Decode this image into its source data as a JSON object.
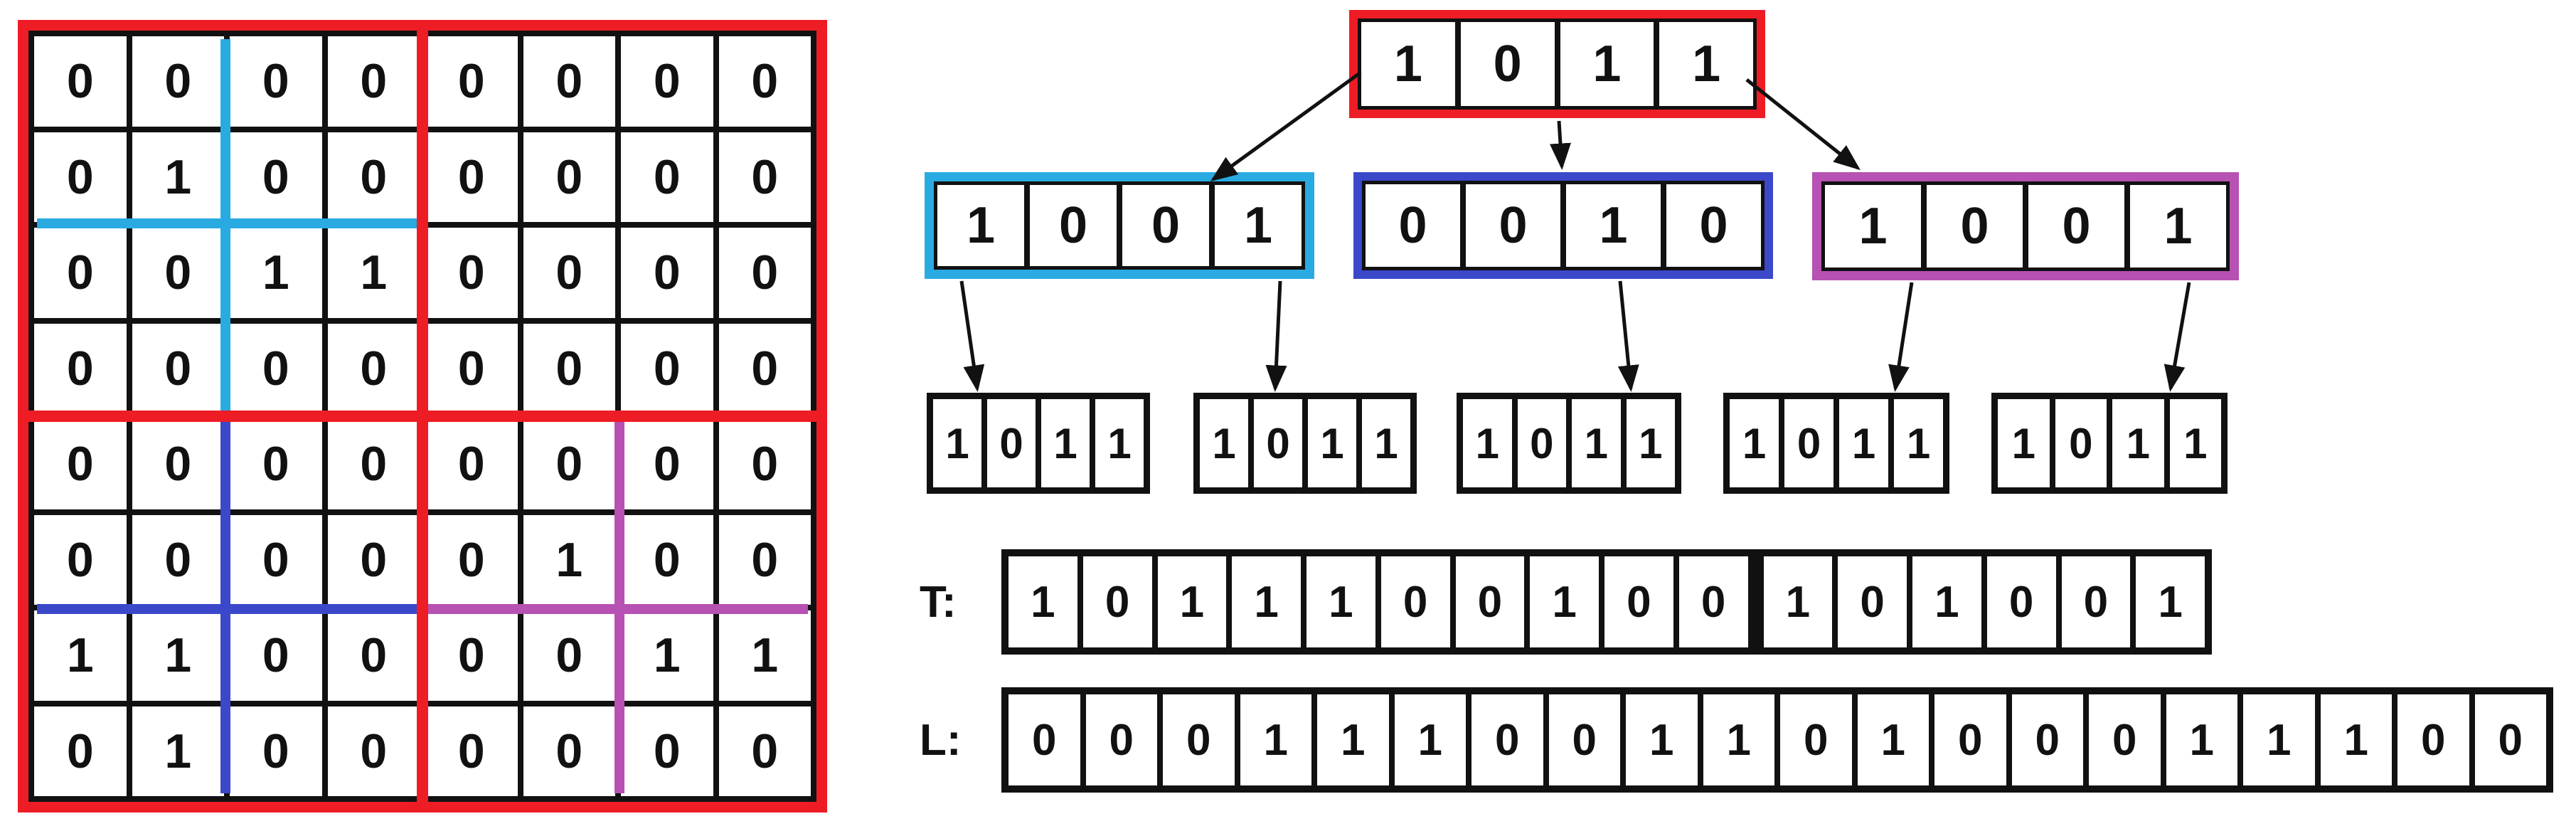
{
  "matrix": {
    "rows": [
      "00000000",
      "01000000",
      "00110000",
      "00000000",
      "00000000",
      "00000100",
      "11000011",
      "01000000"
    ]
  },
  "tree": {
    "root": {
      "bits": "1011"
    },
    "children": [
      {
        "id": "top-left-quadrant",
        "bits": "1001"
      },
      {
        "id": "bottom-left-quadrant",
        "bits": "0010"
      },
      {
        "id": "bottom-right-quadrant",
        "bits": "1001"
      }
    ],
    "leaves": [
      "1011",
      "1011",
      "1011",
      "1011",
      "1011"
    ]
  },
  "sequences": {
    "t": {
      "label": "T:",
      "bits": "1011100100101001"
    },
    "l": {
      "label": "L:",
      "bits": "00011100110100011100"
    }
  },
  "colors": {
    "red": "#ee1c25",
    "cyan": "#29abe2",
    "blue": "#3b48c9",
    "magenta": "#b751b3",
    "grid_black": "#111111"
  }
}
